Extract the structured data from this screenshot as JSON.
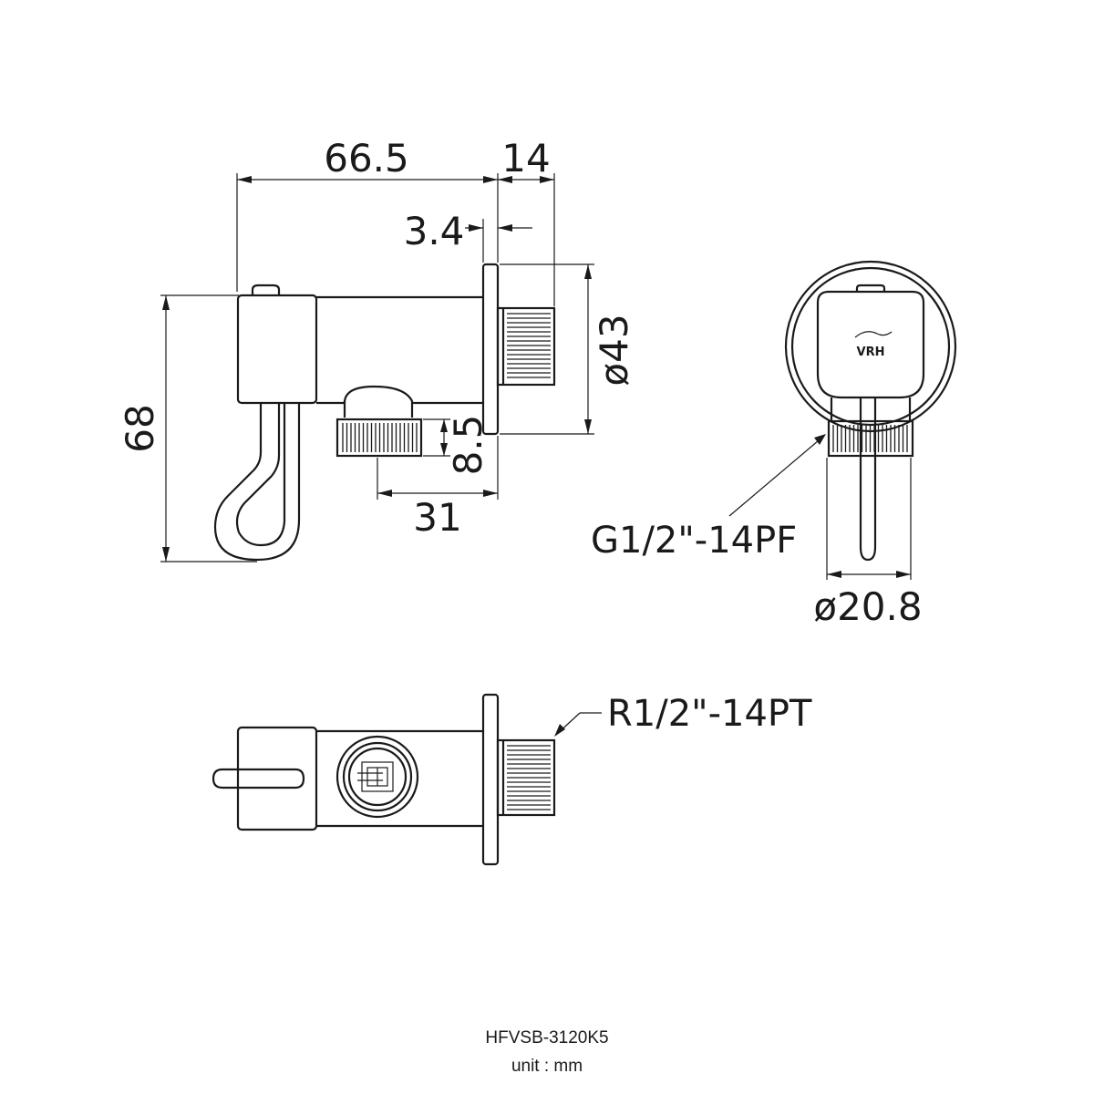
{
  "dimensions": {
    "overall_length": "66.5",
    "thread_length": "14",
    "flange_thickness": "3.4",
    "flange_diameter": "ø43",
    "height": "68",
    "outlet_offset": "8.5",
    "outlet_distance": "31",
    "outlet_thread_diameter": "ø20.8"
  },
  "callouts": {
    "outlet_thread": "G1/2\"-14PF",
    "inlet_thread": "R1/2\"-14PT"
  },
  "logo_text": "VRH",
  "footer": {
    "model": "HFVSB-3120K5",
    "unit": "unit : mm"
  }
}
